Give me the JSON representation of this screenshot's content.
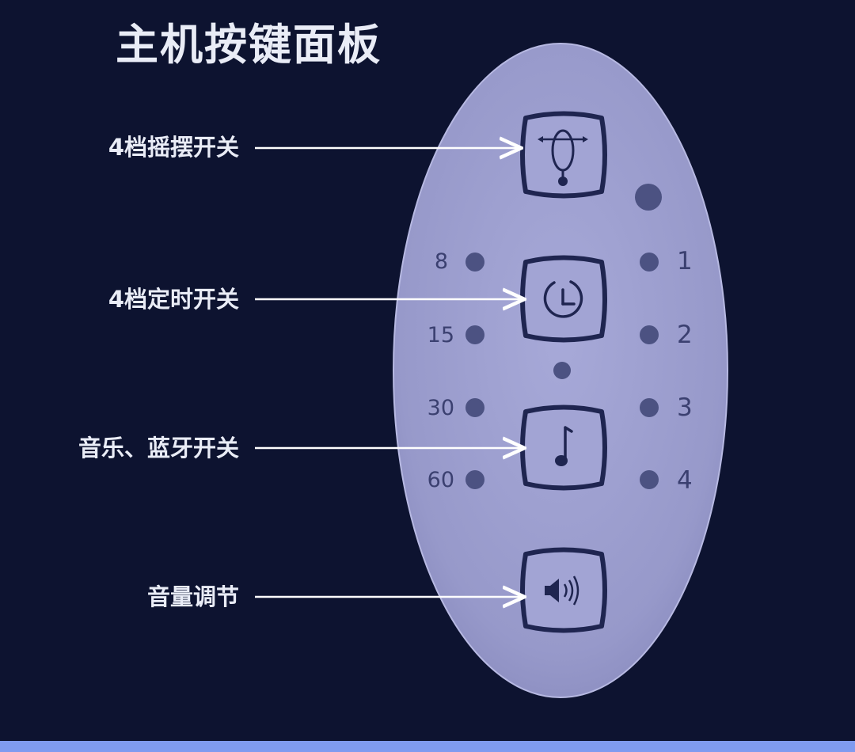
{
  "title": "主机按键面板",
  "callouts": {
    "swing": "4档摇摆开关",
    "timer": "4档定时开关",
    "music": "音乐、蓝牙开关",
    "volume": "音量调节"
  },
  "timer_minutes": {
    "left": [
      "8",
      "15",
      "30",
      "60"
    ]
  },
  "levels": {
    "right": [
      "1",
      "2",
      "3",
      "4"
    ]
  },
  "buttons": {
    "swing_icon": "oscillate-icon",
    "timer_icon": "timer-icon",
    "music_icon": "music-note-icon",
    "volume_icon": "speaker-icon"
  },
  "colors": {
    "background": "#0d1330",
    "panel": "#9a9ccd",
    "button_outline": "#1f2550",
    "indicator": "#4c5282",
    "text": "#e9ecf6",
    "accent_bar": "#7f9bf0"
  }
}
